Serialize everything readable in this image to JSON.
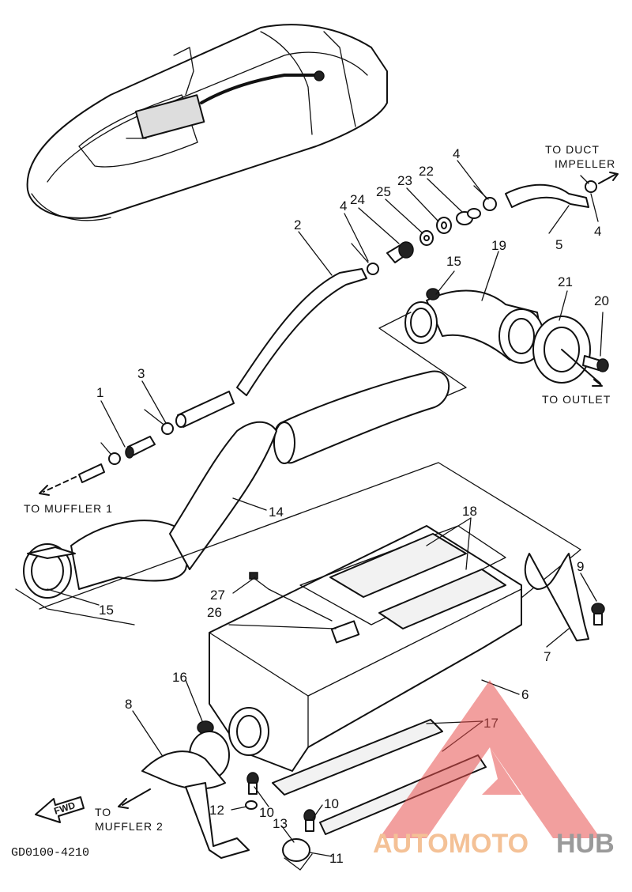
{
  "labels": {
    "to_duct_impeller_1": "TO DUCT",
    "to_duct_impeller_2": "IMPELLER",
    "to_outlet": "TO OUTLET",
    "to_muffler_1": "TO MUFFLER 1",
    "to_muffler_2_1": "TO",
    "to_muffler_2_2": "MUFFLER 2",
    "fwd": "FWD",
    "drawing_code": "GD0100-4210"
  },
  "callouts": {
    "c1": "1",
    "c2": "2",
    "c3": "3",
    "c4a": "4",
    "c4b": "4",
    "c4c": "4",
    "c5": "5",
    "c6": "6",
    "c7": "7",
    "c8": "8",
    "c9": "9",
    "c10a": "10",
    "c10b": "10",
    "c11": "11",
    "c12": "12",
    "c13": "13",
    "c14": "14",
    "c15a": "15",
    "c15b": "15",
    "c16": "16",
    "c17": "17",
    "c18": "18",
    "c19": "19",
    "c20": "20",
    "c21": "21",
    "c22": "22",
    "c23": "23",
    "c24": "24",
    "c25": "25",
    "c26": "26",
    "c27": "27"
  },
  "watermark": {
    "part1": "AUTOMOTO",
    "part2": "HUB",
    "color_triangle": "#e8504f",
    "color_auto": "#f4c196",
    "color_hub": "#9a9a9a"
  }
}
